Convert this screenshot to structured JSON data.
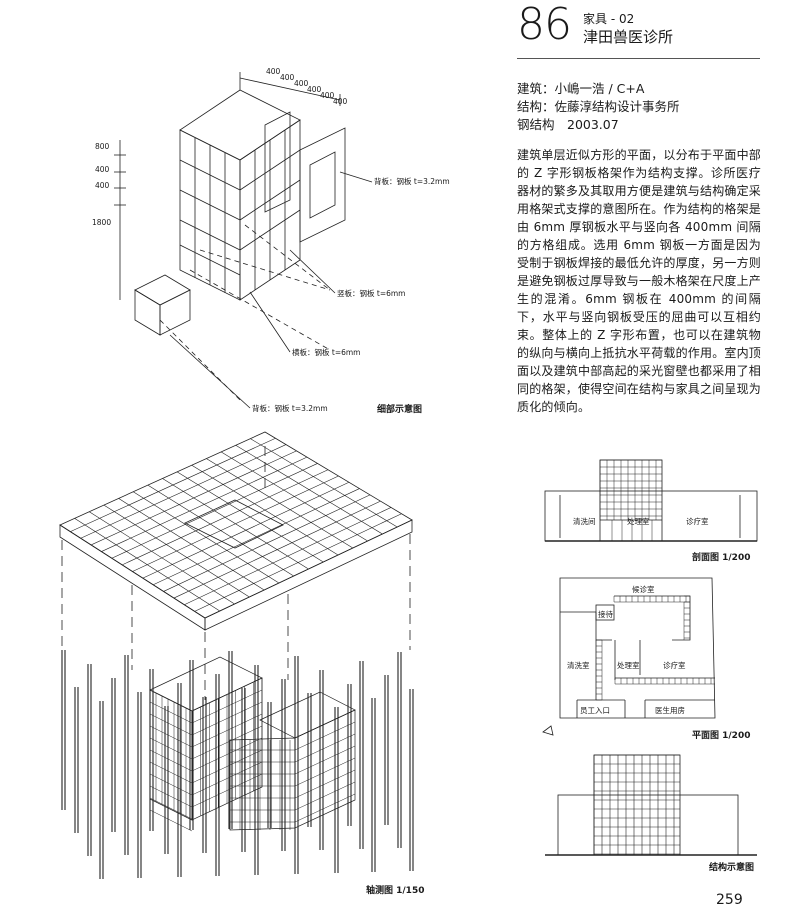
{
  "header": {
    "number": "86",
    "category": "家具 - 02",
    "title": "津田兽医诊所"
  },
  "credits": {
    "architect": "建筑：小嶋一浩 / C+A",
    "structure": "结构：佐藤淳结构设计事务所",
    "system_year": "钢结构　2003.07"
  },
  "body_text": "建筑单层近似方形的平面，以分布于平面中部的 Z 字形钢板格架作为结构支撑。诊所医疗器材的繁多及其取用方便是建筑与结构确定采用格架式支撑的意图所在。作为结构的格架是由 6mm 厚钢板水平与竖向各 400mm 间隔的方格组成。选用 6mm 钢板一方面是因为受制于钢板焊接的最低允许的厚度，另一方则是避免钢板过厚导致与一般木格架在尺度上产生的混淆。6mm 钢板在 400mm 的间隔下，水平与竖向钢板受压的屈曲可以互相约束。整体上的 Z 字形布置，也可以在建筑物的纵向与横向上抵抗水平荷载的作用。室内顶面以及建筑中部高起的采光窗壁也都采用了相同的格架，使得空间在结构与家具之间呈现为质化的倾向。",
  "detail": {
    "caption": "细部示意图",
    "dims_top": [
      "400",
      "400",
      "400",
      "400",
      "400",
      "400"
    ],
    "dims_left": [
      "800",
      "400",
      "400",
      "1800"
    ],
    "callouts": {
      "back_top": "背板：钢板 t=3.2mm",
      "vertical": "竖板：钢板 t=6mm",
      "horizontal": "横板：钢板 t=6mm",
      "back_bottom": "背板：钢板 t=3.2mm"
    }
  },
  "axon_caption": "轴测图 1/150",
  "section": {
    "caption": "剖面图 1/200",
    "rooms": [
      "清洗间",
      "处理室",
      "诊疗室"
    ]
  },
  "plan": {
    "caption": "平面图 1/200",
    "rooms": [
      "候诊室",
      "接待",
      "清洗室",
      "处理室",
      "诊疗室",
      "员工入口",
      "医生用房"
    ]
  },
  "structure_caption": "结构示意图",
  "page_number": "259"
}
